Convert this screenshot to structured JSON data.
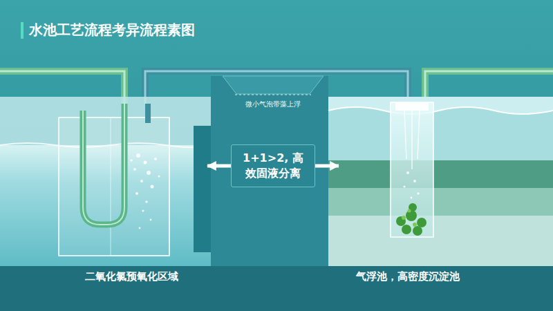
{
  "diagram": {
    "title": "水池工艺流程考异流程素图",
    "nodes": [
      {
        "text": [
          "二氧化氯预氧化区域"
        ]
      },
      {
        "text": [
          "1+1>2, 高效固液分离"
        ]
      },
      {
        "text": [
          "气浮池，高密度沉淀池"
        ]
      }
    ],
    "edges": [
      {
        "from": 1,
        "to": 0,
        "arrow": "to"
      },
      {
        "from": 1,
        "to": 2,
        "arrow": "to"
      }
    ],
    "labels": [
      "微小气泡带藻上浮"
    ]
  }
}
